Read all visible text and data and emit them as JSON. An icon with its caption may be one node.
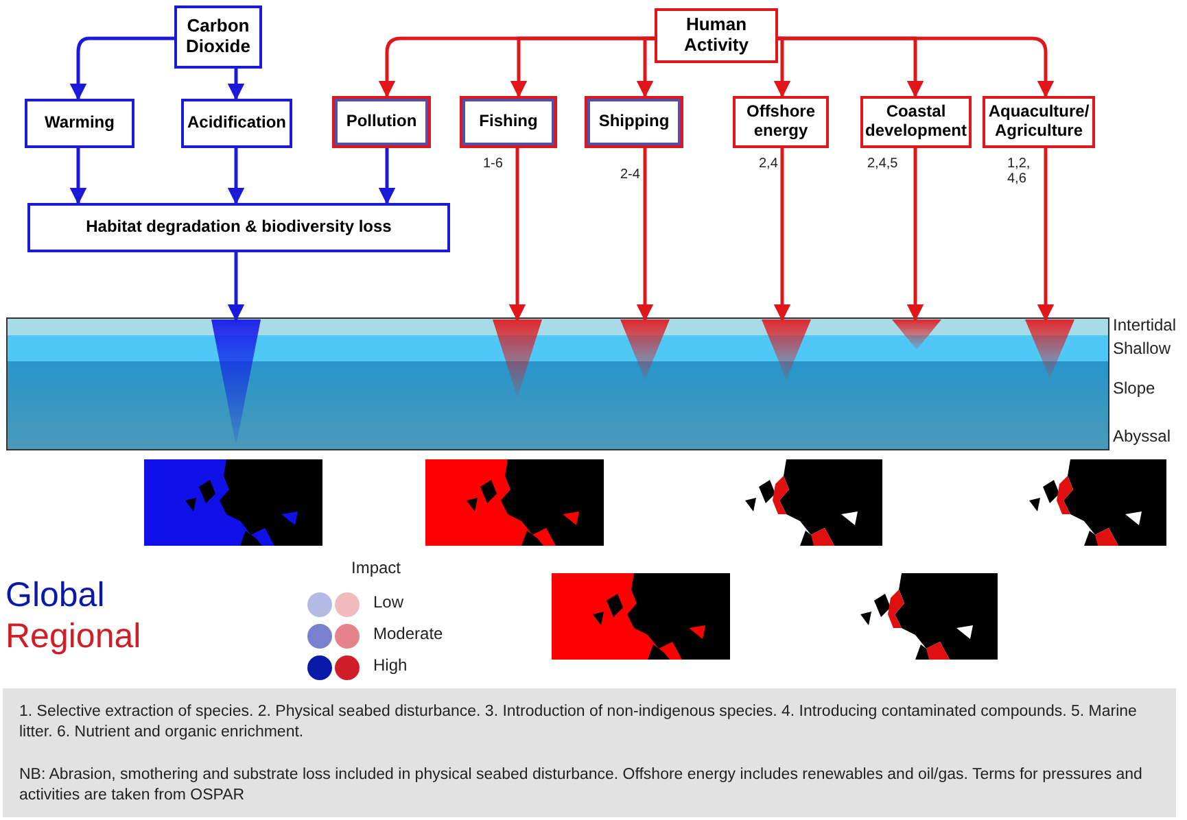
{
  "diagram": {
    "nodes": [
      {
        "text": [
          "Carbon Dioxide"
        ]
      },
      {
        "text": [
          "Human Activity"
        ]
      },
      {
        "text": [
          "Warming"
        ]
      },
      {
        "text": [
          "Acidification"
        ]
      },
      {
        "text": [
          "Pollution"
        ]
      },
      {
        "text": [
          "Fishing"
        ],
        "beside": [
          "1-6"
        ]
      },
      {
        "text": [
          "Shipping"
        ],
        "beside": [
          "2-4"
        ]
      },
      {
        "text": [
          "Offshore energy"
        ],
        "beside": [
          "2,4"
        ]
      },
      {
        "text": [
          "Coastal development"
        ],
        "beside": [
          "2,4,5"
        ]
      },
      {
        "text": [
          "Aquaculture/ Agriculture"
        ],
        "beside": [
          "1,2, 4,6"
        ]
      },
      {
        "text": [
          "Habitat degradation & biodiversity loss"
        ]
      },
      {
        "text": [],
        "shape": "triangle"
      },
      {
        "text": [],
        "shape": "triangle"
      },
      {
        "text": [],
        "shape": "triangle"
      },
      {
        "text": [],
        "shape": "triangle"
      },
      {
        "text": [],
        "shape": "triangle"
      },
      {
        "text": [],
        "shape": "triangle"
      }
    ],
    "edges": [
      {
        "from": 0,
        "to": 2,
        "arrow": "to",
        "color": "#1a1ad8"
      },
      {
        "from": 0,
        "to": 3,
        "arrow": "to",
        "color": "#1a1ad8"
      },
      {
        "from": 1,
        "to": 4,
        "arrow": "to"
      },
      {
        "from": 1,
        "to": 5,
        "arrow": "to"
      },
      {
        "from": 1,
        "to": 6,
        "arrow": "to"
      },
      {
        "from": 1,
        "to": 7,
        "arrow": "to"
      },
      {
        "from": 1,
        "to": 8,
        "arrow": "to"
      },
      {
        "from": 1,
        "to": 9,
        "arrow": "to"
      },
      {
        "from": 2,
        "to": 10,
        "arrow": "to",
        "color": "#1a1ad8"
      },
      {
        "from": 3,
        "to": 10,
        "arrow": "to",
        "color": "#1a1ad8"
      },
      {
        "from": 4,
        "to": 10,
        "arrow": "to",
        "color": "#1a1ad8"
      },
      {
        "from": 10,
        "to": 11,
        "arrow": "to",
        "color": "#1a1ad8"
      },
      {
        "from": 5,
        "to": 12,
        "arrow": "to"
      },
      {
        "from": 6,
        "to": 13,
        "arrow": "to"
      },
      {
        "from": 7,
        "to": 14,
        "arrow": "to"
      },
      {
        "from": 8,
        "to": 15,
        "arrow": "to"
      },
      {
        "from": 9,
        "to": 16,
        "arrow": "to"
      }
    ],
    "labels": [
      "Intertidal",
      "Shallow",
      "Slope",
      "Abyssal",
      "Impact",
      "1. Selective extraction of species. 2. Physical seabed disturbance. 3. Introduction of non-indigenous species. 4. Introducing contaminated compounds. 5. Marine litter. 6. Nutrient and organic enrichment.",
      "NB: Abrasion, smothering and substrate loss included in physical seabed disturbance. Offshore energy includes renewables and oil/gas. Terms for pressures and activities are taken from OSPAR"
    ],
    "legend": [
      {
        "text": "Global",
        "color": "#0a1aa8"
      },
      {
        "text": "Regional",
        "color": "#d01e28"
      },
      {
        "text": "Low"
      },
      {
        "text": "Moderate"
      },
      {
        "text": "High"
      }
    ]
  }
}
